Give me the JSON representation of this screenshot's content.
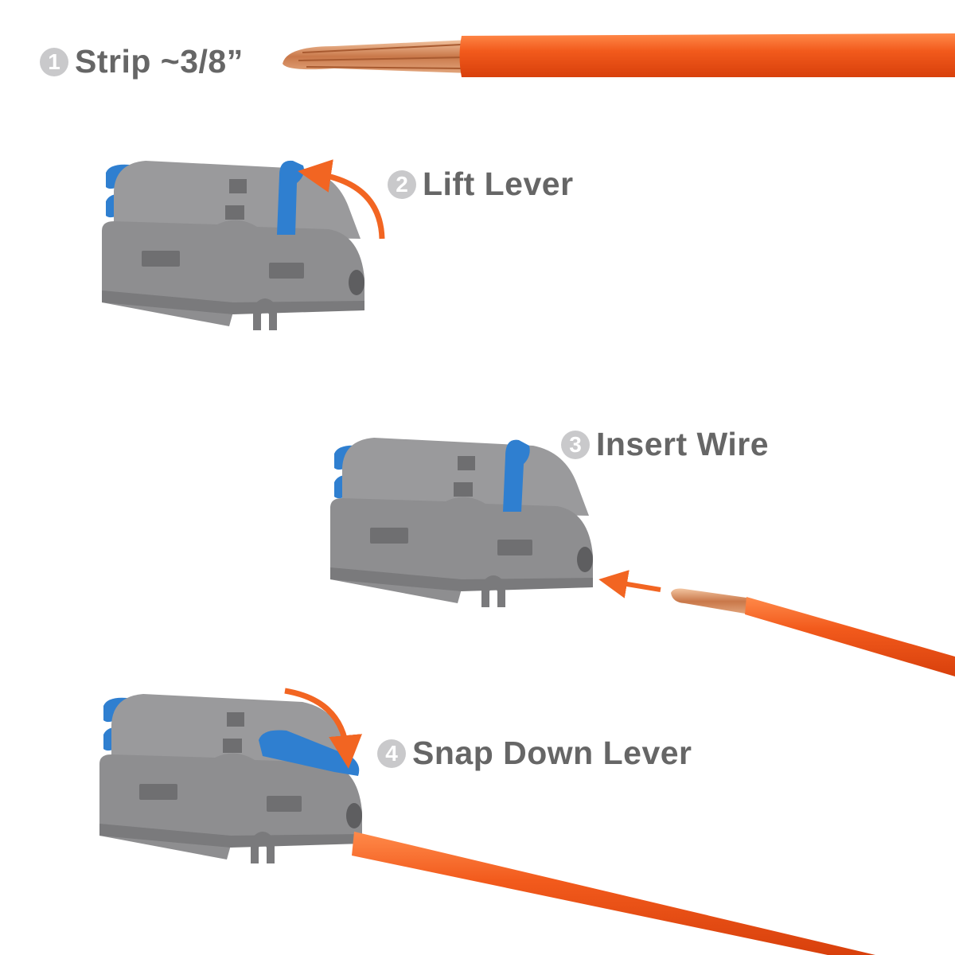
{
  "steps": [
    {
      "number": "1",
      "label": "Strip ~3/8”"
    },
    {
      "number": "2",
      "label": "Lift Lever"
    },
    {
      "number": "3",
      "label": "Insert Wire"
    },
    {
      "number": "4",
      "label": "Snap Down Lever"
    }
  ],
  "colors": {
    "wire": "#f05a1e",
    "copper": "#d9946a",
    "body": "#8e8e90",
    "lever": "#2f7fd0",
    "arrow": "#f26522",
    "text": "#666666",
    "badge": "#c9c9cb"
  }
}
